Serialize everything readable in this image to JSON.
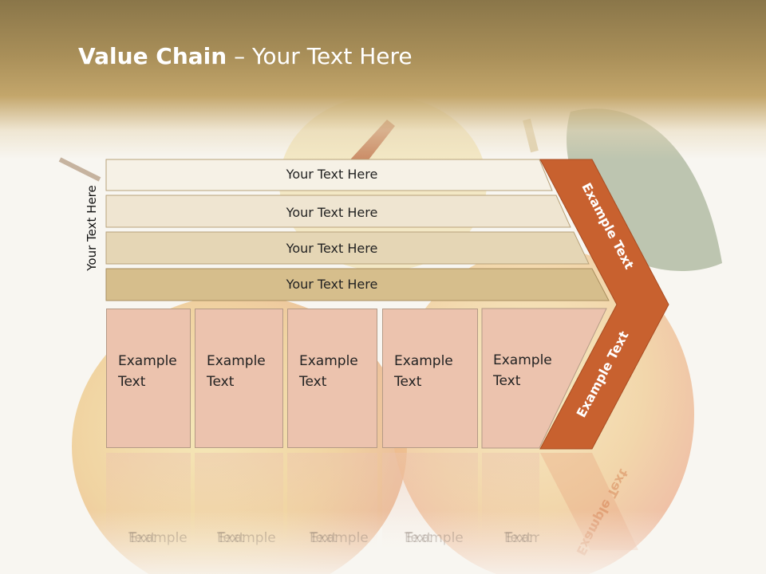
{
  "title": {
    "bold": "Value Chain",
    "rest": " – Your Text Here"
  },
  "side_label": "Your Text Here",
  "rows": [
    "Your Text Here",
    "Your Text Here",
    "Your Text Here",
    "Your Text Here"
  ],
  "chevron": {
    "upper": "Example Text",
    "lower": "Example Text"
  },
  "activities": [
    [
      "Example",
      "Text"
    ],
    [
      "Example",
      "Text"
    ],
    [
      "Example",
      "Text"
    ],
    [
      "Example",
      "Text"
    ],
    [
      "Example",
      "Text"
    ]
  ],
  "colors": {
    "header": "#a98f59",
    "chevron": "#c8612f",
    "activity": "#ecc3ae",
    "row_light": "#f6f1e6",
    "row_dark": "#d6be8c"
  }
}
